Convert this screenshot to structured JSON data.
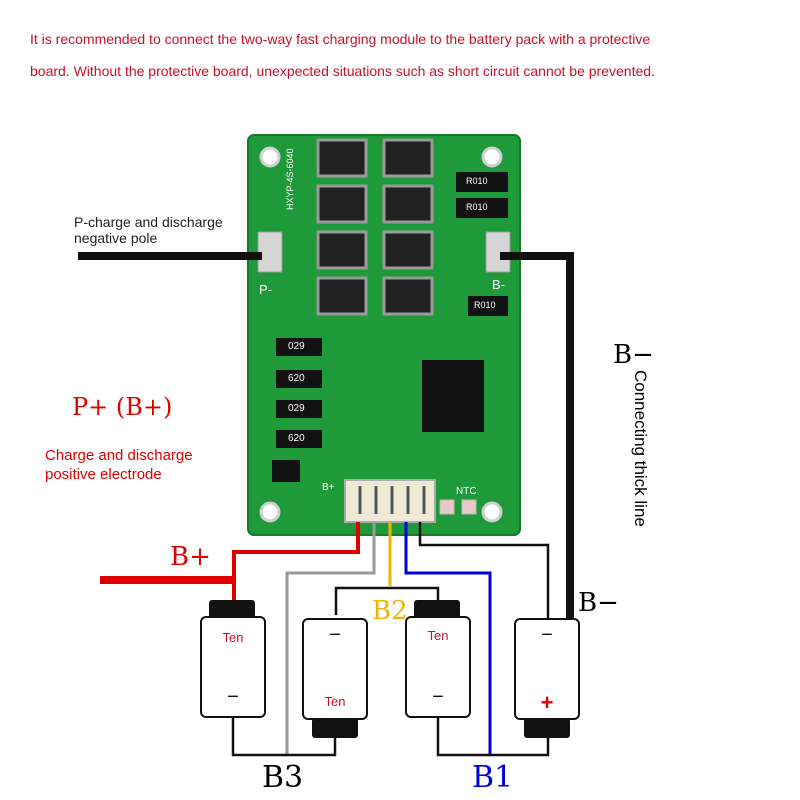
{
  "notice": {
    "line1": "It is recommended to connect the two-way fast charging module to the battery pack with a protective",
    "line2": "board. Without the protective board, unexpected situations such as short circuit cannot be prevented."
  },
  "board": {
    "model": "HXYP-4S-6040",
    "p_minus": "P-",
    "b_minus": "B-",
    "b_plus": "B+",
    "ntc": "NTC",
    "resistor_top1": "R010",
    "resistor_top2": "R010",
    "resistor_side": "R010",
    "balance_resistors": [
      "029",
      "620",
      "029",
      "620"
    ]
  },
  "labels": {
    "p_charge": [
      "P-charge and discharge",
      "negative pole"
    ],
    "p_plus_b_plus": "P+ (B+)",
    "charge_positive": [
      "Charge and discharge",
      "positive electrode"
    ],
    "b_minus_top": "B−",
    "connecting_thick_line": "Connecting thick line",
    "b_plus_wire": "B+",
    "b2": "B2",
    "b_minus_bottom": "B−",
    "b3": "B3",
    "b1": "B1"
  },
  "cells": [
    {
      "top": "Ten",
      "bottom": "−"
    },
    {
      "top": "−",
      "bottom": "Ten"
    },
    {
      "top": "Ten",
      "bottom": "−"
    },
    {
      "top": "−",
      "bottom": "+"
    }
  ],
  "colors": {
    "notice": "#c8102e",
    "pcb": "#1f9a3a",
    "wire_red": "#e00000",
    "wire_yellow": "#f0b400",
    "wire_blue": "#0000dd",
    "wire_gray": "#999999",
    "wire_black": "#111111"
  }
}
